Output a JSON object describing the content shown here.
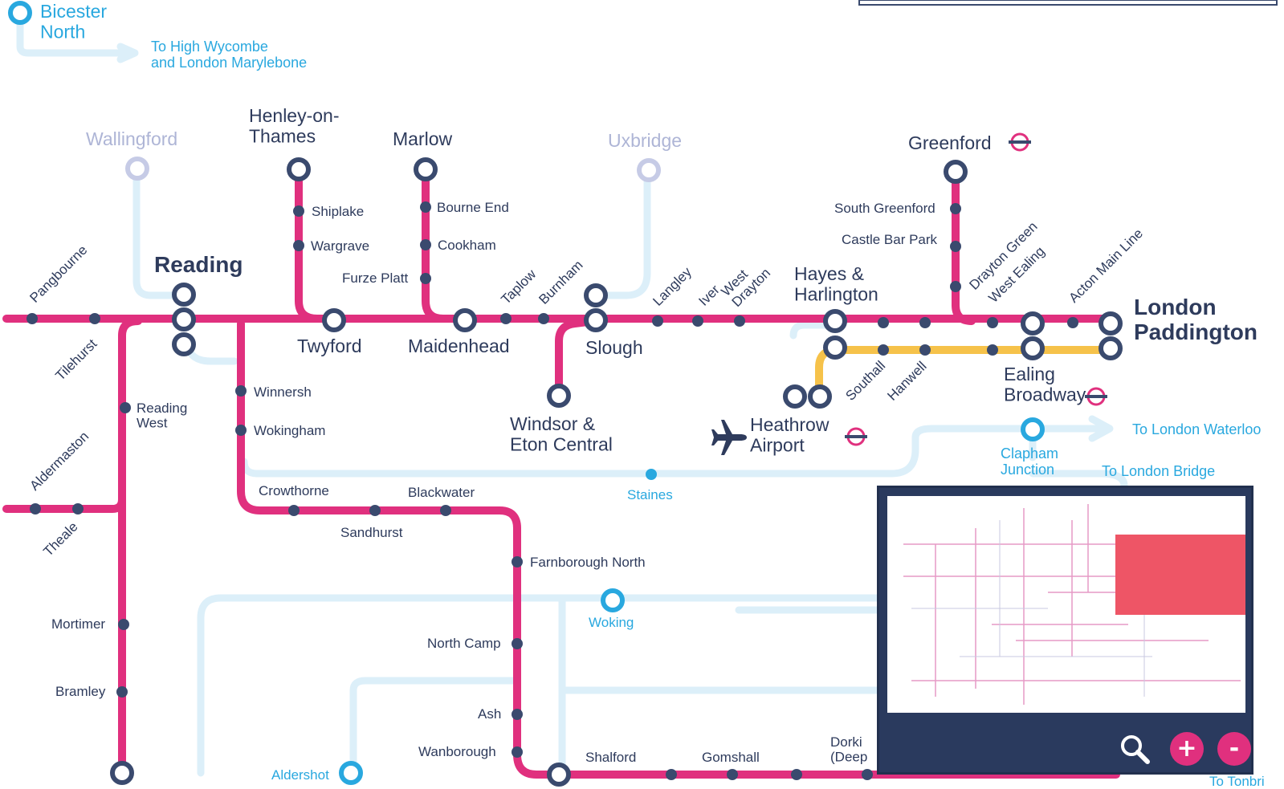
{
  "colors": {
    "main_line": "#e0307e",
    "heathrow_line": "#f6c24a",
    "other_lines": "#dceff9",
    "station_fill": "#ffffff",
    "station_stroke": "#3a4a6e",
    "station_dot": "#3a4a6e",
    "accent_blue": "#29a8df",
    "faded_grey": "#aeb5d6",
    "underground_red": "#e0307e",
    "minimap_bg": "#2a3a5e",
    "minimap_highlight": "#ee5566"
  },
  "connections": {
    "high_wycombe": "To High Wycombe\nand London Marylebone",
    "waterloo": "To London Waterloo",
    "london_bridge": "To London Bridge",
    "tonbridge": "To Tonbri"
  },
  "stations": {
    "bicester_north": "Bicester\nNorth",
    "wallingford": "Wallingford",
    "henley": "Henley-on-\nThames",
    "marlow": "Marlow",
    "uxbridge": "Uxbridge",
    "greenford": "Greenford",
    "shiplake": "Shiplake",
    "wargrave": "Wargrave",
    "bourne_end": "Bourne End",
    "cookham": "Cookham",
    "furze_platt": "Furze Platt",
    "south_greenford": "South Greenford",
    "castle_bar_park": "Castle Bar Park",
    "reading": "Reading",
    "pangbourne": "Pangbourne",
    "tilehurst": "Tilehurst",
    "taplow": "Taplow",
    "burnham": "Burnham",
    "langley": "Langley",
    "iver": "Iver",
    "west_drayton": "West\nDrayton",
    "hayes": "Hayes &\nHarlington",
    "drayton_green": "Drayton Green",
    "west_ealing": "West Ealing",
    "acton_main_line": "Acton Main Line",
    "london_paddington": "London\nPaddington",
    "twyford": "Twyford",
    "maidenhead": "Maidenhead",
    "slough": "Slough",
    "windsor": "Windsor &\nEton Central",
    "heathrow": "Heathrow\nAirport",
    "southall": "Southall",
    "hanwell": "Hanwell",
    "ealing_broadway": "Ealing\nBroadway",
    "clapham_junction": "Clapham\nJunction",
    "reading_west": "Reading\nWest",
    "winnersh": "Winnersh",
    "wokingham": "Wokingham",
    "aldermaston": "Aldermaston",
    "theale": "Theale",
    "crowthorne": "Crowthorne",
    "sandhurst": "Sandhurst",
    "blackwater": "Blackwater",
    "staines": "Staines",
    "farnborough_north": "Farnborough North",
    "woking": "Woking",
    "mortimer": "Mortimer",
    "north_camp": "North Camp",
    "bramley": "Bramley",
    "ash": "Ash",
    "wanborough": "Wanborough",
    "shalford": "Shalford",
    "gomshall": "Gomshall",
    "dorking": "Dorki\n(Deep",
    "aldershot": "Aldershot"
  },
  "icons": {
    "airport": "airplane-icon",
    "underground": "underground-roundel-icon",
    "search": "magnifier-icon",
    "zoom_in": "plus-icon",
    "zoom_out": "minus-icon"
  },
  "minimap": {
    "zoom_in_label": "+",
    "zoom_out_label": "-"
  }
}
